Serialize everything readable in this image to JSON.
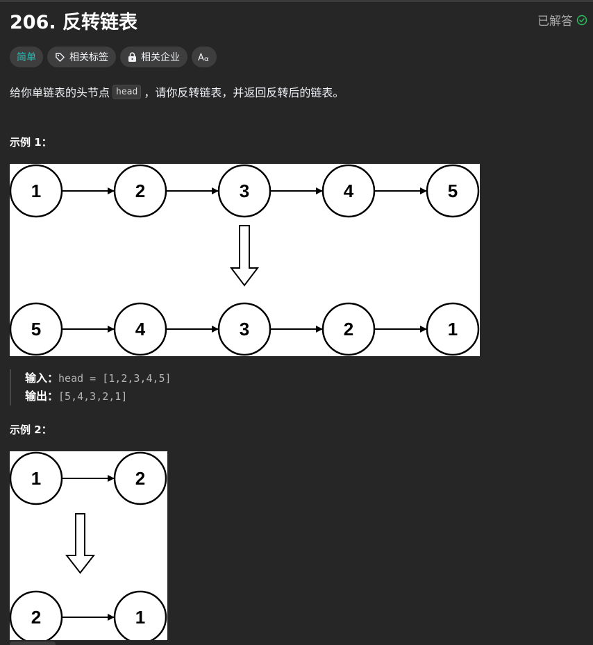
{
  "problem": {
    "title": "206. 反转链表",
    "status_label": "已解答",
    "colors": {
      "accent_easy": "#2cbbb5",
      "solved_check": "#2cbb5d",
      "background": "#262626"
    }
  },
  "tags": [
    {
      "label": "简单",
      "icon": ""
    },
    {
      "label": "相关标签",
      "icon": "tag-icon"
    },
    {
      "label": "相关企业",
      "icon": "lock-icon"
    },
    {
      "label": "",
      "icon": "translate-icon"
    }
  ],
  "description": {
    "before": "给你单链表的头节点",
    "code": "head",
    "after": "，请你反转链表，并返回反转后的链表。"
  },
  "examples": [
    {
      "title": "示例 1：",
      "diagram": {
        "top_row": [
          "1",
          "2",
          "3",
          "4",
          "5"
        ],
        "bottom_row": [
          "5",
          "4",
          "3",
          "2",
          "1"
        ]
      },
      "input_label": "输入：",
      "input_value": "head = [1,2,3,4,5]",
      "output_label": "输出：",
      "output_value": "[5,4,3,2,1]"
    },
    {
      "title": "示例 2：",
      "diagram": {
        "top_row": [
          "1",
          "2"
        ],
        "bottom_row": [
          "2",
          "1"
        ]
      }
    }
  ]
}
